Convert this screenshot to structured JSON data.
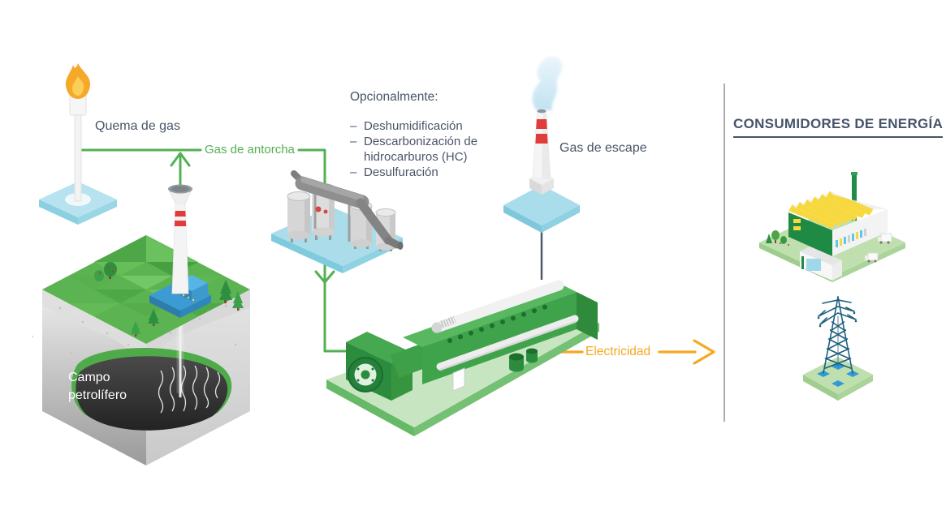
{
  "diagram": {
    "flare": {
      "label": "Quema de gas"
    },
    "flare_gas_line": {
      "label": "Gas de antorcha"
    },
    "oil_field": {
      "label": "Campo petrolífero"
    },
    "optional_treatments": {
      "title": "Opcionalmente:",
      "bullet": "–",
      "items": [
        "Deshumidificación",
        "Descarbonización de hidrocarburos (HC)",
        "Desulfuración"
      ]
    },
    "exhaust": {
      "label": "Gas de escape"
    },
    "electricity_line": {
      "label": "Electricidad"
    },
    "energy_consumers": {
      "title": "CONSUMIDORES DE ENERGÍA"
    }
  },
  "colors": {
    "label_text": "#4A5568",
    "flow_green": "#53B053",
    "flow_orange": "#F6A81F",
    "divider_gray": "#ACACAC",
    "flame_orange": "#F6A829",
    "stripe_red": "#E23B3B",
    "base_blue": "#A9DCEC",
    "engine_green": "#4CAF50",
    "platform_green": "#C8E5C2",
    "tower_teal": "#1F5F7E",
    "factory_yellow": "#F7D93F"
  }
}
